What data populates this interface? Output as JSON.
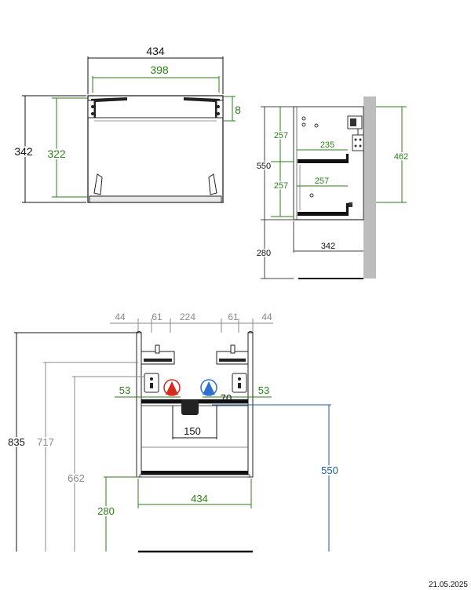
{
  "top_view": {
    "overall_width": "434",
    "inner_width": "398",
    "overall_height": "342",
    "inner_height": "322",
    "gap": "8"
  },
  "side_view": {
    "drawer_top_height": "257",
    "drawer_bottom_height": "257",
    "upper_depth": "235",
    "lower_depth": "257",
    "rail_height": "462",
    "mount_height": "550",
    "floor_height": "280",
    "depth": "342"
  },
  "front_view": {
    "seg_left_outer": "44",
    "seg_left_inner": "61",
    "seg_center": "224",
    "seg_right_inner": "61",
    "seg_right_outer": "44",
    "total_height": "835",
    "height_717": "717",
    "height_662": "662",
    "height_280": "280",
    "hot_offset": "53",
    "cold_offset": "53",
    "drain_offset": "70",
    "drain_width": "150",
    "width": "434",
    "mount_height": "550"
  },
  "date": "21.05.2025",
  "colors": {
    "black": "#111111",
    "green": "#2e7d1a",
    "gray": "#888888",
    "blue": "#1d5f9a",
    "hot": "#d42a20",
    "cold": "#2f6fd0",
    "wall": "#bdbdbd"
  }
}
